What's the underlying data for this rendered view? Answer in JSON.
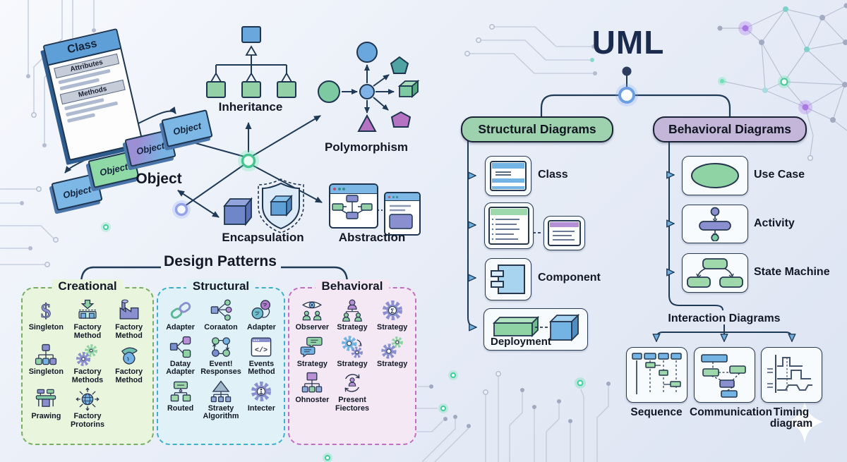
{
  "oop": {
    "class_card": {
      "title": "Class",
      "attributes_label": "Attributes",
      "methods_label": "Methods"
    },
    "object_instances": [
      "Object",
      "Object",
      "Object",
      "Object"
    ],
    "object_group_label": "Object",
    "concepts": {
      "inheritance": "Inheritance",
      "polymorphism": "Polymorphism",
      "encapsulation": "Encapsulation",
      "abstraction": "Abstraction"
    }
  },
  "design_patterns": {
    "title": "Design Patterns",
    "columns": [
      {
        "name": "Creational",
        "accent": "#78ae68",
        "bg": "#e9f5dc",
        "items": [
          {
            "label": "Singleton",
            "icon": "dollar"
          },
          {
            "label": "Factory Method",
            "icon": "factory-inlet"
          },
          {
            "label": "Factory Method",
            "icon": "factory"
          },
          {
            "label": "Singleton",
            "icon": "org-tree"
          },
          {
            "label": "Factory Methods",
            "icon": "gears"
          },
          {
            "label": "Factory Method",
            "icon": "beret"
          },
          {
            "label": "Prawing",
            "icon": "table"
          },
          {
            "label": "Factory Protorins",
            "icon": "globe-arrows"
          }
        ]
      },
      {
        "name": "Structural",
        "accent": "#3fb0ca",
        "bg": "#e1f1f8",
        "items": [
          {
            "label": "Adapter",
            "icon": "chain"
          },
          {
            "label": "Coraaton",
            "icon": "fan-out"
          },
          {
            "label": "Adapter",
            "icon": "circle-link"
          },
          {
            "label": "Datay Adapter",
            "icon": "box-link"
          },
          {
            "label": "Event! Responses",
            "icon": "cycle"
          },
          {
            "label": "Events Method",
            "icon": "code-window"
          },
          {
            "label": "Routed",
            "icon": "node-tree"
          },
          {
            "label": "Straety Algorithm",
            "icon": "triangle-tree"
          },
          {
            "label": "Intecter",
            "icon": "gear-anchor"
          }
        ]
      },
      {
        "name": "Behavioral",
        "accent": "#c06fc2",
        "bg": "#f4e8f5",
        "items": [
          {
            "label": "Observer",
            "icon": "eye-people"
          },
          {
            "label": "Strategy",
            "icon": "person-tree"
          },
          {
            "label": "Strategy",
            "icon": "gear-sigma"
          },
          {
            "label": "Strategy",
            "icon": "chat-bubbles"
          },
          {
            "label": "Strategy",
            "icon": "gear-pair"
          },
          {
            "label": "Strategy",
            "icon": "gear-pair-alt"
          },
          {
            "label": "Ohnoster",
            "icon": "flow-tree"
          },
          {
            "label": "Present Fiectores",
            "icon": "person-cycle"
          }
        ]
      }
    ]
  },
  "uml": {
    "title": "UML",
    "structural": {
      "label": "Structural Diagrams",
      "items": [
        {
          "label": "Class",
          "icon": "class-window"
        },
        {
          "label": "",
          "icon": "class-pair"
        },
        {
          "label": "Component",
          "icon": "component"
        },
        {
          "label": "Deployment",
          "icon": "deployment"
        }
      ]
    },
    "behavioral": {
      "label": "Behavioral Diagrams",
      "items": [
        {
          "label": "Use Case",
          "icon": "usecase-ellipse"
        },
        {
          "label": "Activity",
          "icon": "activity-flow"
        },
        {
          "label": "State Machine",
          "icon": "state-machine"
        }
      ]
    },
    "interaction": {
      "label": "Interaction Diagrams",
      "items": [
        {
          "label": "Sequence",
          "icon": "sequence"
        },
        {
          "label": "Communication",
          "icon": "communication"
        },
        {
          "label": "Timing diagram",
          "icon": "timing"
        }
      ]
    }
  },
  "colors": {
    "ink": "#1f3a57",
    "text": "#121826",
    "blue": "#74b4e4",
    "green": "#8fd3a4",
    "purple": "#8a8fd0",
    "violet": "#b98fd6",
    "pill_green": "#9ed2ae",
    "pill_purple": "#c3b6d9",
    "glow_green": "#3ecf9a",
    "glow_purple": "#a97ae0",
    "circuit": "#c8d0e0"
  }
}
